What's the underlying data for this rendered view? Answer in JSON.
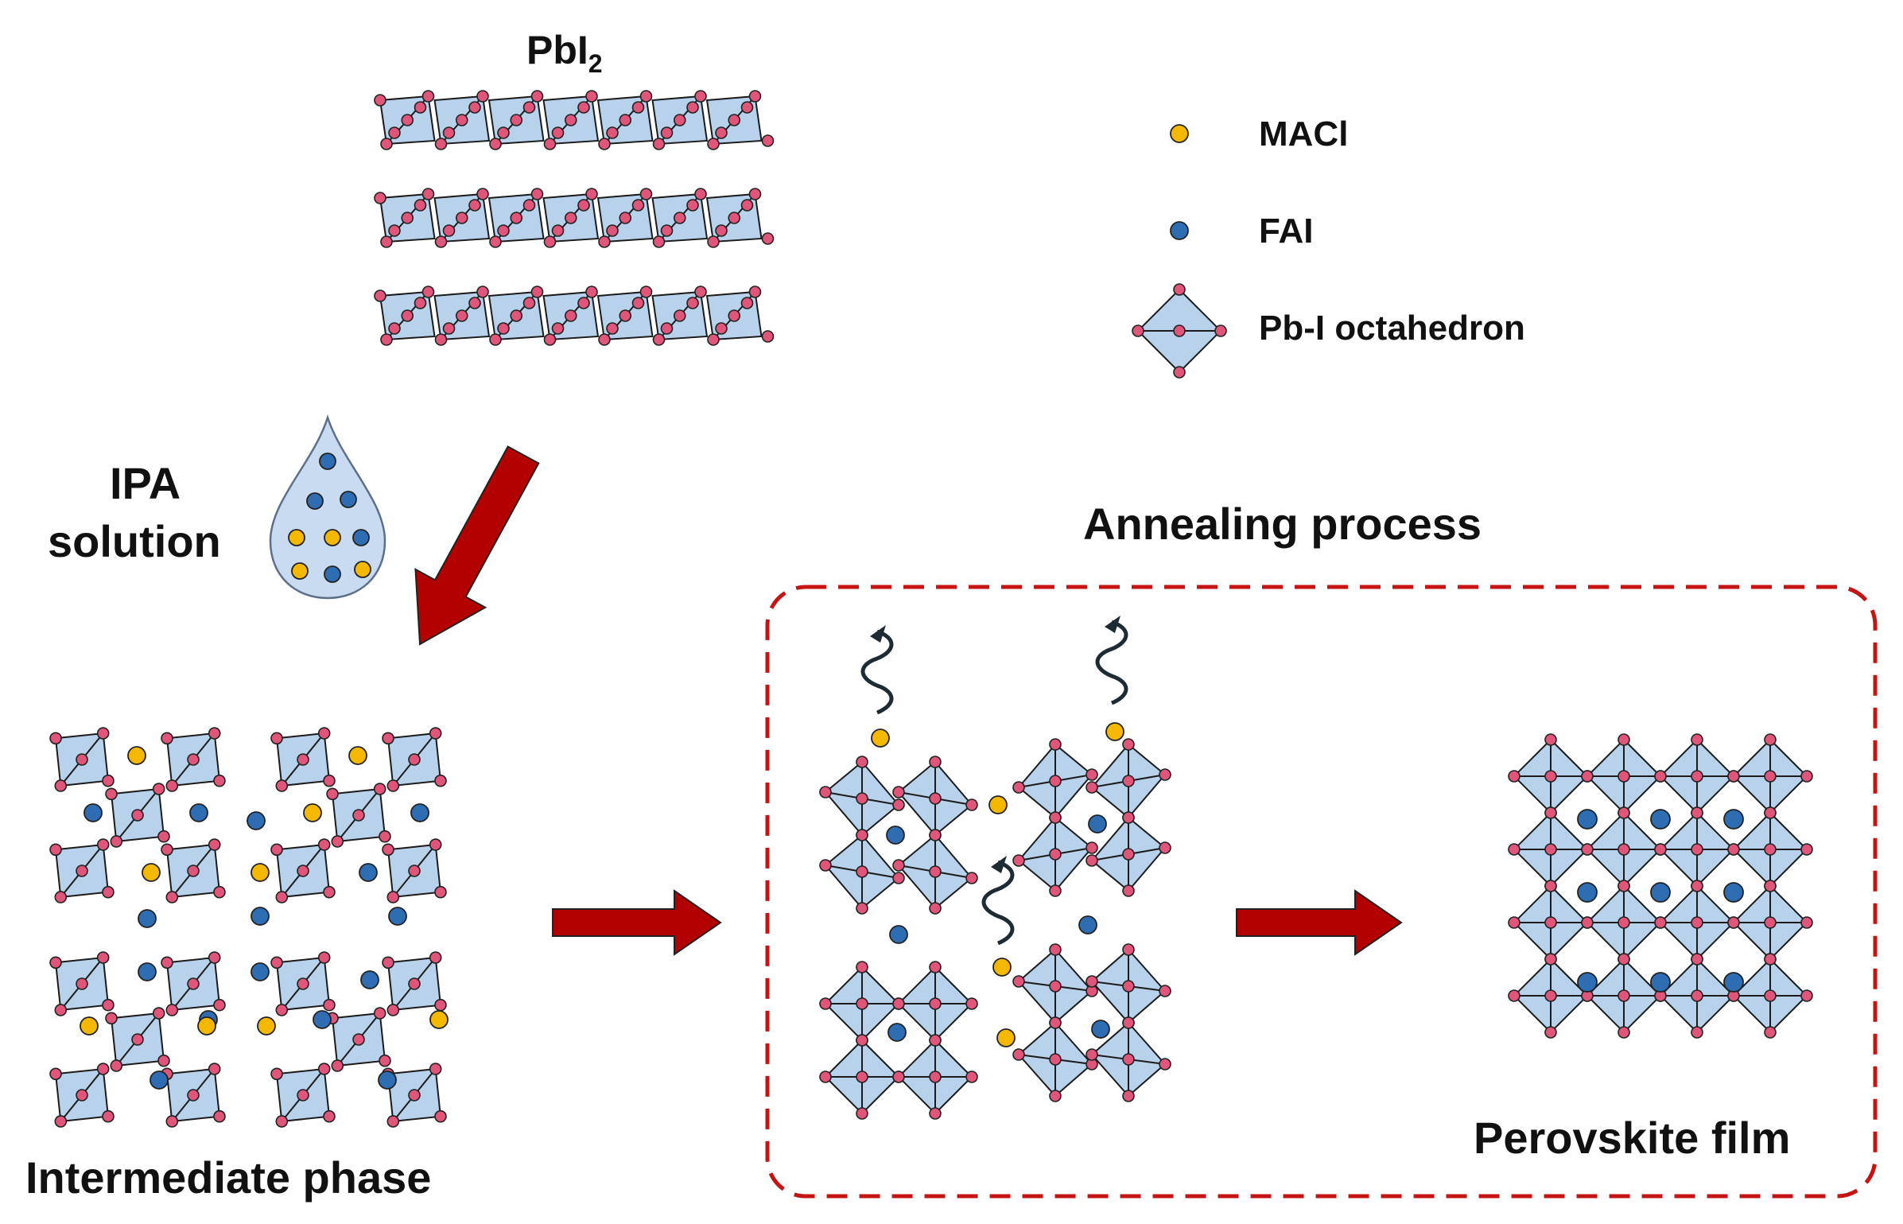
{
  "title": {
    "main": "PbI",
    "sub": "2"
  },
  "legend": {
    "items": [
      {
        "label": "MACl",
        "icon": "yellow-dot-icon"
      },
      {
        "label": "FAI",
        "icon": "blue-dot-icon"
      },
      {
        "label": "Pb-I octahedron",
        "icon": "octahedron-icon"
      }
    ]
  },
  "labels": {
    "ipa_line1": "IPA",
    "ipa_line2": "solution",
    "annealing": "Annealing process",
    "intermediate": "Intermediate phase",
    "perovskite": "Perovskite film"
  },
  "colors": {
    "octa_fill": "#b8d2ec",
    "octa_stroke": "#1b1b1b",
    "atom_pink": "#e0557a",
    "macl_yellow": "#f5b800",
    "fai_blue": "#2f6db3",
    "arrow_red": "#b30000",
    "dash_red": "#c41414",
    "drop_fill": "#c9dbf0",
    "wave_dark": "#1e2b33"
  }
}
